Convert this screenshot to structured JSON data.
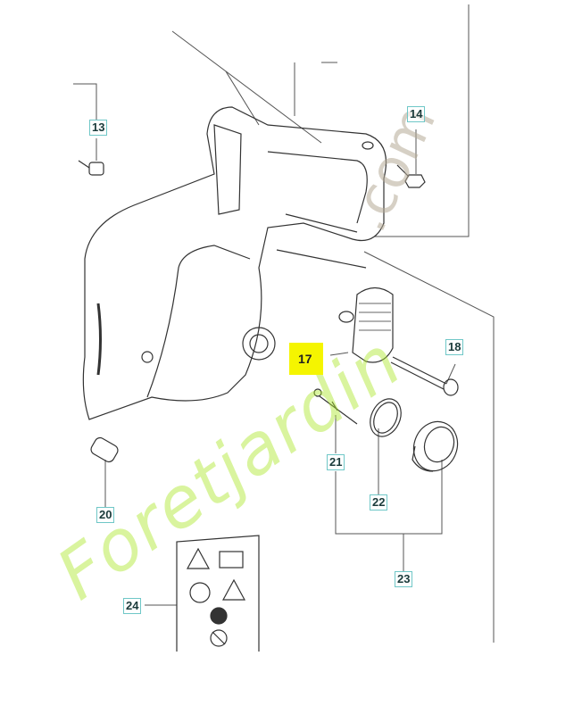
{
  "callouts": {
    "c13": "13",
    "c14": "14",
    "c17": "17",
    "c18": "18",
    "c20": "20",
    "c21": "21",
    "c22": "22",
    "c23": "23",
    "c24": "24"
  },
  "highlight_color": "#f5f500",
  "watermark": {
    "part1": "Foretjardin",
    "part2": ".com"
  },
  "icons": [
    "warning-icon",
    "manual-book-icon",
    "ear-protection-icon",
    "kickback-warning-icon",
    "two-hands-icon",
    "no-one-hand-icon"
  ]
}
